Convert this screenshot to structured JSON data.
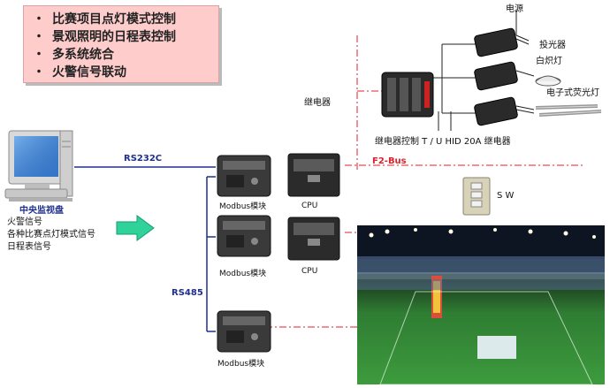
{
  "features": {
    "bullet": "・",
    "items": [
      "比赛项目点灯模式控制",
      "景观照明的日程表控制",
      "多系统统合",
      "火警信号联动"
    ]
  },
  "central": {
    "title": "中央监视盘",
    "signals": [
      "火警信号",
      "各种比赛点灯模式信号",
      "日程表信号"
    ]
  },
  "buses": {
    "rs232c": "RS232C",
    "rs485": "RS485",
    "f2bus": "F2-Bus"
  },
  "modules": {
    "modbus_label": "Modbus模块",
    "cpu_label": "CPU"
  },
  "relay": {
    "label": "继电器",
    "caption": "继电器控制 T / U  HID 20A  继电器"
  },
  "loads": {
    "power": "电源",
    "floodlight": "投光器",
    "incandescent": "白炽灯",
    "fluorescent": "电子式荧光灯"
  },
  "switch": {
    "label": "S W"
  },
  "colors": {
    "feature_bg": "#ffcccc",
    "bus_blue": "#1f2f8f",
    "f2bus_red": "#e0202a",
    "arrow_green": "#2fd39a"
  }
}
